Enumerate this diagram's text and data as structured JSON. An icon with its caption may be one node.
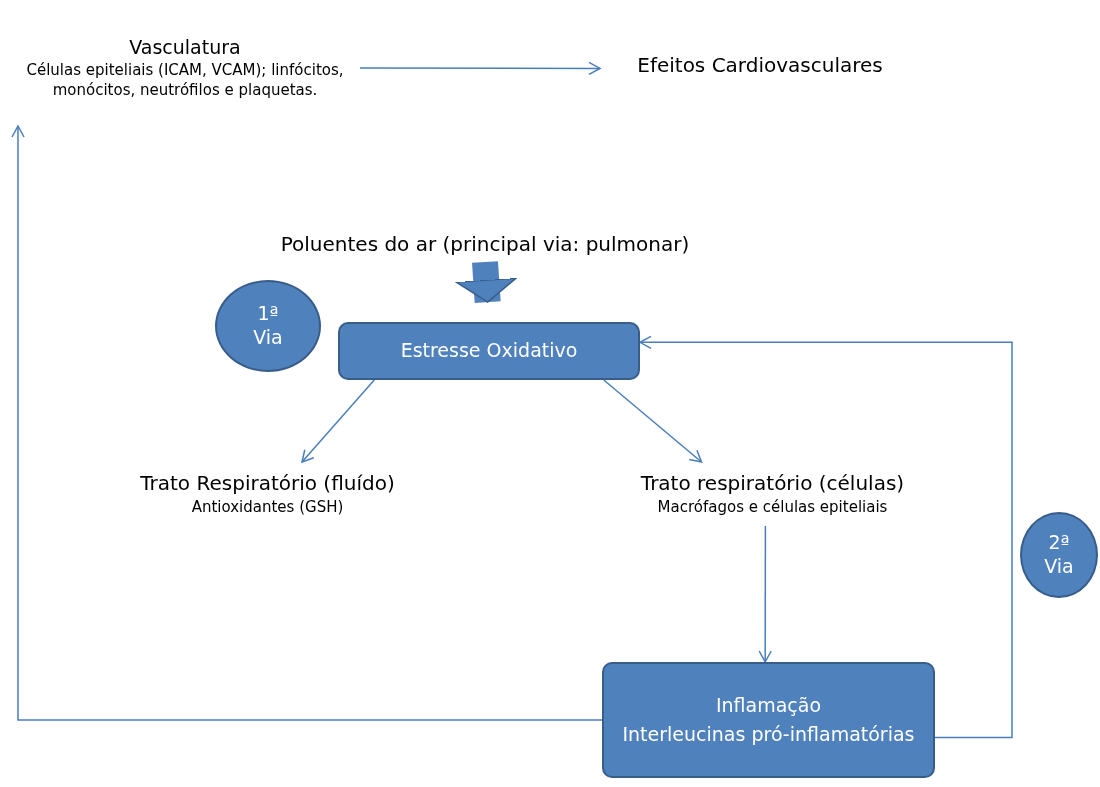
{
  "diagram": {
    "nodes": [
      {
        "text": [
          "Vasculatura",
          "Células epiteliais (ICAM, VCAM); linfócitos, monócitos, neutrófilos e plaquetas."
        ]
      },
      {
        "text": [
          "Efeitos Cardiovasculares"
        ]
      },
      {
        "text": [
          "Poluentes do ar (principal via: pulmonar)"
        ]
      },
      {
        "text": [
          "1ª Via"
        ]
      },
      {
        "text": [
          "Estresse Oxidativo"
        ]
      },
      {
        "text": [
          "Trato Respiratório (fluído)",
          "Antioxidantes (GSH)"
        ]
      },
      {
        "text": [
          "Trato respiratório (células)",
          "Macrófagos e células epiteliais"
        ]
      },
      {
        "text": [
          "2ª Via"
        ]
      },
      {
        "text": [
          "Inflamação",
          "Interleucinas pró-inflamatórias"
        ]
      }
    ],
    "edges": [
      {
        "from": 0,
        "to": 1,
        "arrow": "to"
      },
      {
        "from": 2,
        "to": 4,
        "arrow": "to",
        "style": "thick"
      },
      {
        "from": 4,
        "to": 5,
        "arrow": "to"
      },
      {
        "from": 4,
        "to": 6,
        "arrow": "to"
      },
      {
        "from": 6,
        "to": 8,
        "arrow": "to"
      },
      {
        "from": 8,
        "to": 0,
        "arrow": "to"
      },
      {
        "from": 8,
        "to": 4,
        "arrow": "to"
      }
    ]
  }
}
